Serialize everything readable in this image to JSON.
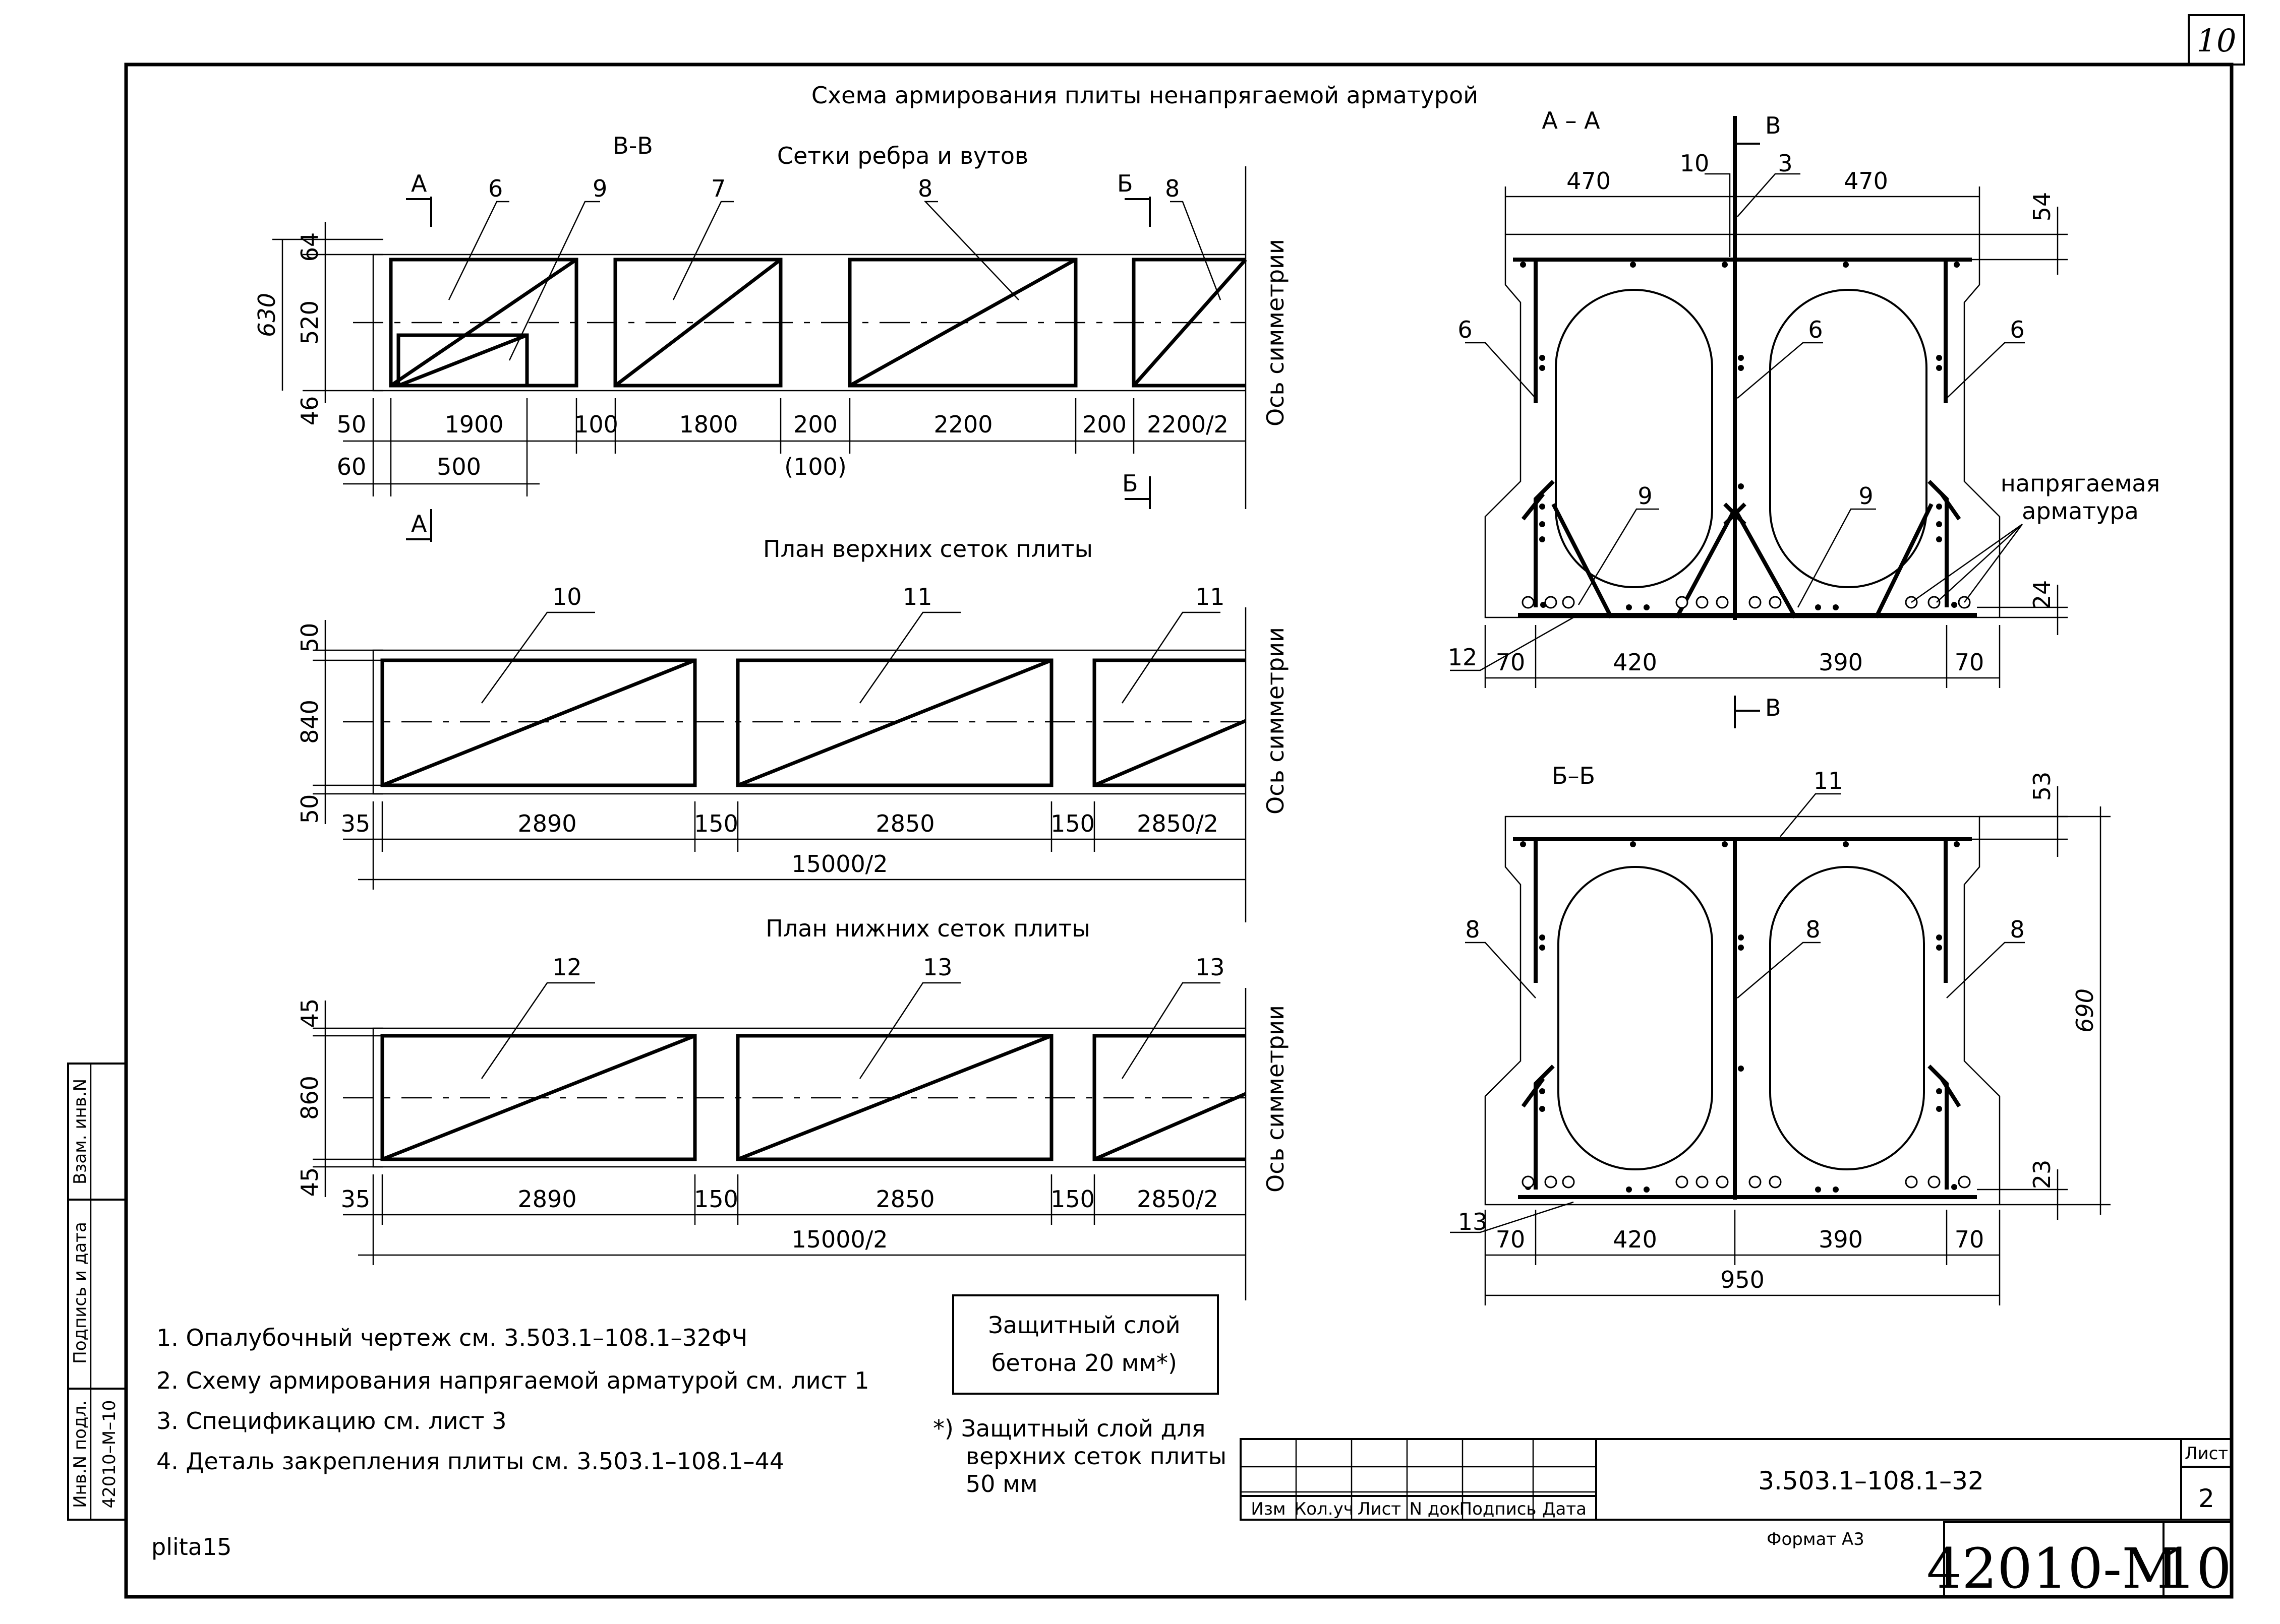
{
  "sheet": {
    "corner_number": "10",
    "main_title": "Схема армирования плиты ненапрягаемой арматурой",
    "file_name": "plita15",
    "format_label": "Формат А3",
    "inventory_number": "42010-М",
    "inventory_sheet": "10"
  },
  "section_bb_vv": {
    "section_label": "В-В",
    "subtitle": "Сетки ребра и вутов",
    "cut_marks": [
      "А",
      "А",
      "Б",
      "Б"
    ],
    "leaders": [
      "6",
      "9",
      "7",
      "8",
      "8"
    ],
    "dims_vertical": [
      "64",
      "520",
      "46",
      "630"
    ],
    "dims_bottom_row1": [
      "50",
      "1900",
      "100",
      "1800",
      "200",
      "2200",
      "200",
      "2200/2"
    ],
    "dims_bottom_row2": [
      "60",
      "500"
    ],
    "dim_note": "(100)",
    "axis_label": "Ось симметрии"
  },
  "plan_top": {
    "title": "План верхних сеток плиты",
    "leaders": [
      "10",
      "11",
      "11"
    ],
    "dims_vertical": [
      "50",
      "840",
      "50"
    ],
    "dims_bottom": [
      "35",
      "2890",
      "150",
      "2850",
      "150",
      "2850/2"
    ],
    "dim_total": "15000/2",
    "axis_label": "Ось симметрии"
  },
  "plan_bottom": {
    "title": "План нижних сеток плиты",
    "leaders": [
      "12",
      "13",
      "13"
    ],
    "dims_vertical": [
      "45",
      "860",
      "45"
    ],
    "dims_bottom": [
      "35",
      "2890",
      "150",
      "2850",
      "150",
      "2850/2"
    ],
    "dim_total": "15000/2",
    "axis_label": "Ось симметрии"
  },
  "section_aa": {
    "label": "А – А",
    "cut_mark": "В",
    "leaders": [
      "10",
      "3",
      "6",
      "6",
      "6",
      "9",
      "9",
      "12"
    ],
    "prestressed_label_line1": "напрягаемая",
    "prestressed_label_line2": "арматура",
    "dims_top": [
      "470",
      "470"
    ],
    "dims_right": [
      "54",
      "24"
    ],
    "dims_bottom": [
      "70",
      "420",
      "390",
      "70"
    ]
  },
  "section_bb": {
    "label": "Б–Б",
    "leaders": [
      "11",
      "8",
      "8",
      "8",
      "13"
    ],
    "dims_right": [
      "53",
      "690",
      "23"
    ],
    "dims_bottom": [
      "70",
      "420",
      "390",
      "70"
    ],
    "dim_total": "950"
  },
  "notes": [
    "1.  Опалубочный чертеж см.  3.503.1–108.1–32ФЧ",
    "2.  Схему армирования напрягаемой арматурой см.  лист 1",
    "3.  Спецификацию см.  лист 3",
    "4.  Деталь закрепления плиты см.  3.503.1–108.1–44"
  ],
  "protective_layer": {
    "box_line1": "Защитный слой",
    "box_line2": "бетона 20 мм*)",
    "footnote_line1": "*) Защитный слой для",
    "footnote_line2": "верхних сеток плиты",
    "footnote_line3": "50  мм"
  },
  "title_block": {
    "columns": [
      "Изм",
      "Кол.уч",
      "Лист",
      "N док",
      "Подпись",
      "Дата"
    ],
    "document_code": "3.503.1–108.1–32",
    "sheet_label": "Лист",
    "sheet_number": "2"
  },
  "side_stamp": {
    "fields": [
      "Взам. инв.N",
      "Подпись и дата",
      "Инв.N подл."
    ],
    "inv_value": "42010–М–10"
  }
}
